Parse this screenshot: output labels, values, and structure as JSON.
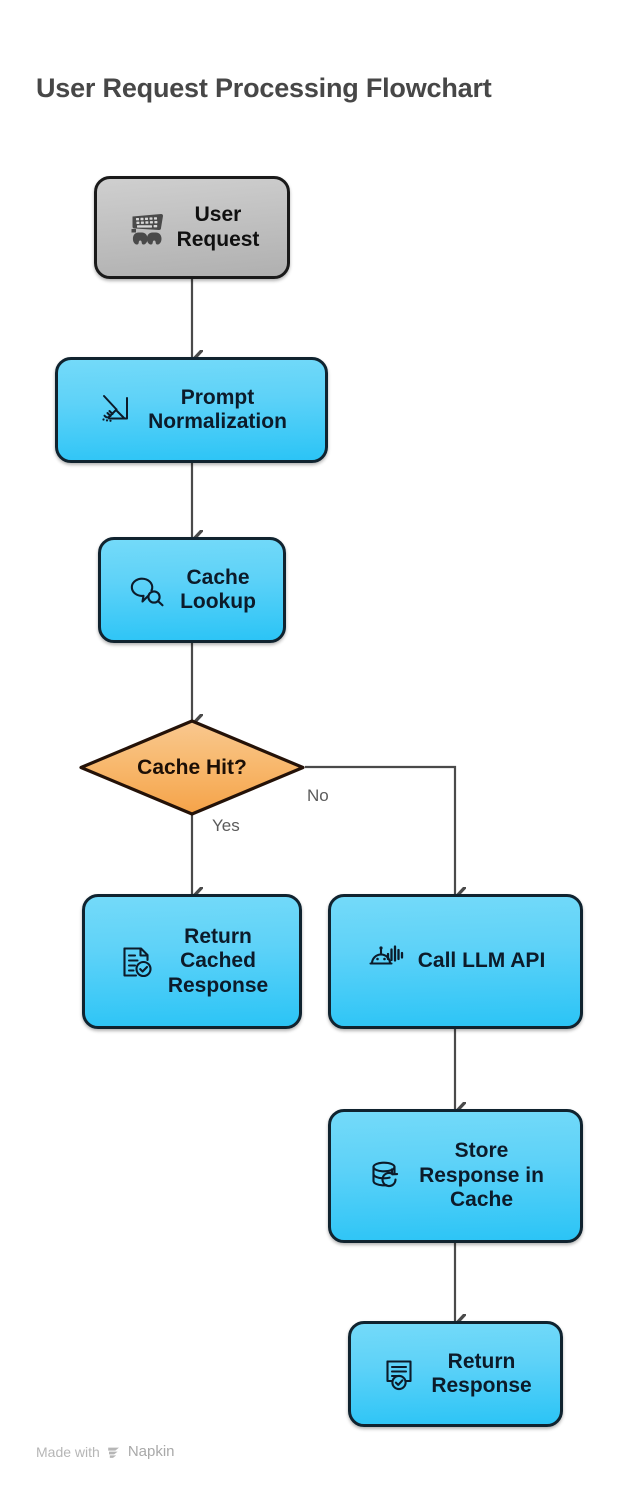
{
  "title": "User Request Processing Flowchart",
  "colors": {
    "title_text": "#474747",
    "node_blue_top": "#74daf9",
    "node_blue_bottom": "#2bc4f6",
    "node_gray_top": "#cfcfcf",
    "node_gray_bottom": "#b0b0b0",
    "decision_orange_top": "#f9c487",
    "decision_orange_bottom": "#f5a44a",
    "node_border": "#12232e",
    "edge_stroke": "#4a4a4a",
    "edge_label_text": "#5b5b5b",
    "footer_text": "#b6b6b6",
    "background": "#ffffff"
  },
  "nodes": [
    {
      "id": "user-request",
      "label": "User\nRequest",
      "icon": "keyboard-hands-icon",
      "shape": "rounded-rect",
      "style": "gray"
    },
    {
      "id": "prompt-normalization",
      "label": "Prompt\nNormalization",
      "icon": "broom-sweep-icon",
      "shape": "rounded-rect",
      "style": "blue"
    },
    {
      "id": "cache-lookup",
      "label": "Cache\nLookup",
      "icon": "speech-bubble-search-icon",
      "shape": "rounded-rect",
      "style": "blue"
    },
    {
      "id": "cache-hit",
      "label": "Cache Hit?",
      "icon": "",
      "shape": "diamond",
      "style": "orange"
    },
    {
      "id": "return-cached-response",
      "label": "Return\nCached\nResponse",
      "icon": "document-check-icon",
      "shape": "rounded-rect",
      "style": "blue"
    },
    {
      "id": "call-llm-api",
      "label": "Call LLM API",
      "icon": "robot-waveform-icon",
      "shape": "rounded-rect",
      "style": "blue"
    },
    {
      "id": "store-response-in-cache",
      "label": "Store\nResponse in\nCache",
      "icon": "database-refresh-icon",
      "shape": "rounded-rect",
      "style": "blue"
    },
    {
      "id": "return-response",
      "label": "Return\nResponse",
      "icon": "certificate-check-icon",
      "shape": "rounded-rect",
      "style": "blue"
    }
  ],
  "edges": [
    {
      "from": "user-request",
      "to": "prompt-normalization",
      "label": ""
    },
    {
      "from": "prompt-normalization",
      "to": "cache-lookup",
      "label": ""
    },
    {
      "from": "cache-lookup",
      "to": "cache-hit",
      "label": ""
    },
    {
      "from": "cache-hit",
      "to": "return-cached-response",
      "label": "Yes"
    },
    {
      "from": "cache-hit",
      "to": "call-llm-api",
      "label": "No"
    },
    {
      "from": "call-llm-api",
      "to": "store-response-in-cache",
      "label": ""
    },
    {
      "from": "store-response-in-cache",
      "to": "return-response",
      "label": ""
    }
  ],
  "edge_labels": {
    "yes": "Yes",
    "no": "No"
  },
  "footer": {
    "made_with": "Made with",
    "brand": "Napkin"
  }
}
